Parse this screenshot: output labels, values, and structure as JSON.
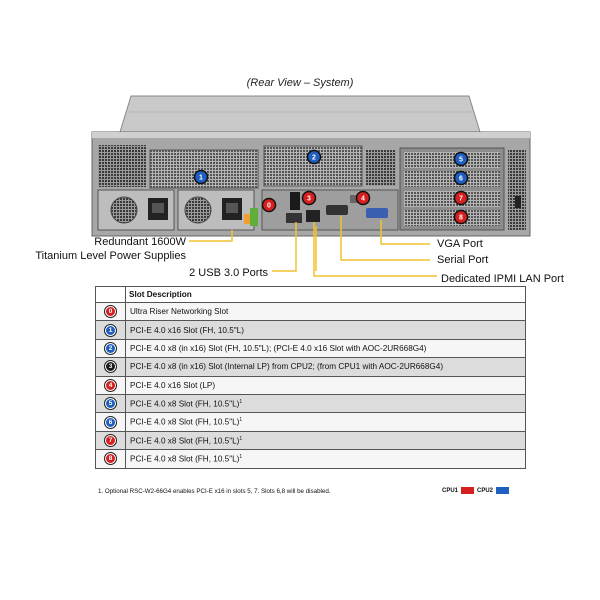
{
  "caption": "(Rear View – System)",
  "colors": {
    "cpu1": "#d61f1f",
    "cpu2": "#1f5fbf",
    "neutral": "#1a1a1a",
    "callout_line": "#f2c12e"
  },
  "callouts": {
    "psu_line1": "Redundant 1600W",
    "psu_line2": "Titanium Level Power Supplies",
    "usb": "2 USB 3.0 Ports",
    "vga": "VGA Port",
    "serial": "Serial Port",
    "ipmi": "Dedicated IPMI LAN Port"
  },
  "diagram_badges": [
    {
      "number": "1",
      "color": "cpu2"
    },
    {
      "number": "2",
      "color": "cpu2"
    },
    {
      "number": "3",
      "color": "cpu1"
    },
    {
      "number": "0",
      "color": "cpu1"
    },
    {
      "number": "4",
      "color": "cpu1"
    },
    {
      "number": "5",
      "color": "cpu2"
    },
    {
      "number": "6",
      "color": "cpu2"
    },
    {
      "number": "7",
      "color": "cpu1"
    },
    {
      "number": "8",
      "color": "cpu1"
    }
  ],
  "table": {
    "header": "Slot Description",
    "rows": [
      {
        "number": "0",
        "color": "cpu1",
        "text": "Ultra Riser Networking Slot",
        "sup": ""
      },
      {
        "number": "1",
        "color": "cpu2",
        "text": "PCI-E 4.0 x16 Slot (FH, 10.5\"L)",
        "sup": ""
      },
      {
        "number": "2",
        "color": "cpu2",
        "text": "PCI-E 4.0 x8 (in x16) Slot (FH, 10.5\"L); (PCI-E 4.0 x16 Slot with AOC-2UR668G4)",
        "sup": ""
      },
      {
        "number": "3",
        "color": "neutral",
        "text": "PCI-E 4.0 x8 (in x16) Slot (Internal LP) from CPU2; (from CPU1 with AOC-2UR668G4)",
        "sup": ""
      },
      {
        "number": "4",
        "color": "cpu1",
        "text": "PCI-E 4.0 x16 Slot (LP)",
        "sup": ""
      },
      {
        "number": "5",
        "color": "cpu2",
        "text": "PCI-E 4.0 x8 Slot (FH, 10.5\"L)",
        "sup": "1"
      },
      {
        "number": "6",
        "color": "cpu2",
        "text": "PCI-E 4.0 x8 Slot (FH, 10.5\"L)",
        "sup": "1"
      },
      {
        "number": "7",
        "color": "cpu1",
        "text": "PCI-E 4.0 x8 Slot (FH, 10.5\"L)",
        "sup": "1"
      },
      {
        "number": "8",
        "color": "cpu1",
        "text": "PCI-E 4.0 x8 Slot (FH, 10.5\"L)",
        "sup": "1"
      }
    ]
  },
  "footnote": "1. Optional RSC-W2-66G4 enables PCI-E x16 in slots 5, 7. Slots 6,8 will be disabled.",
  "legend": [
    {
      "label": "CPU1",
      "color": "cpu1"
    },
    {
      "label": "CPU2",
      "color": "cpu2"
    }
  ]
}
